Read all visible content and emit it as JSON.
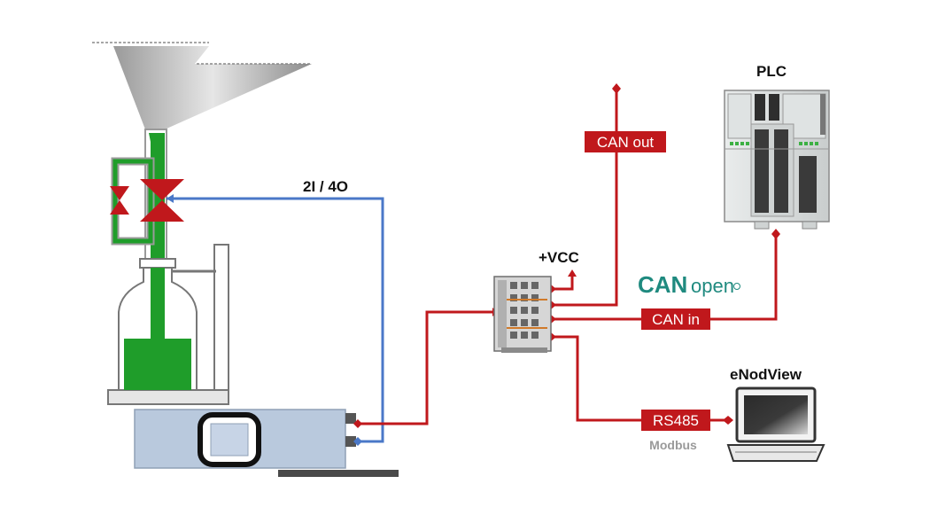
{
  "labels": {
    "io": "2I / 4O",
    "vcc": "+VCC",
    "plc": "PLC",
    "can_out": "CAN out",
    "can_in": "CAN in",
    "canopen_can": "CAN",
    "canopen_open": "open",
    "rs485": "RS485",
    "modbus": "Modbus",
    "enodview": "eNodView"
  },
  "colors": {
    "red_wire": "#c0181c",
    "blue_wire": "#4a78c8",
    "green_fluid": "#1f9d2a",
    "canopen_teal": "#1f8a7f",
    "label_box": "#c0181c",
    "load_cell": "#b9c9dd"
  }
}
